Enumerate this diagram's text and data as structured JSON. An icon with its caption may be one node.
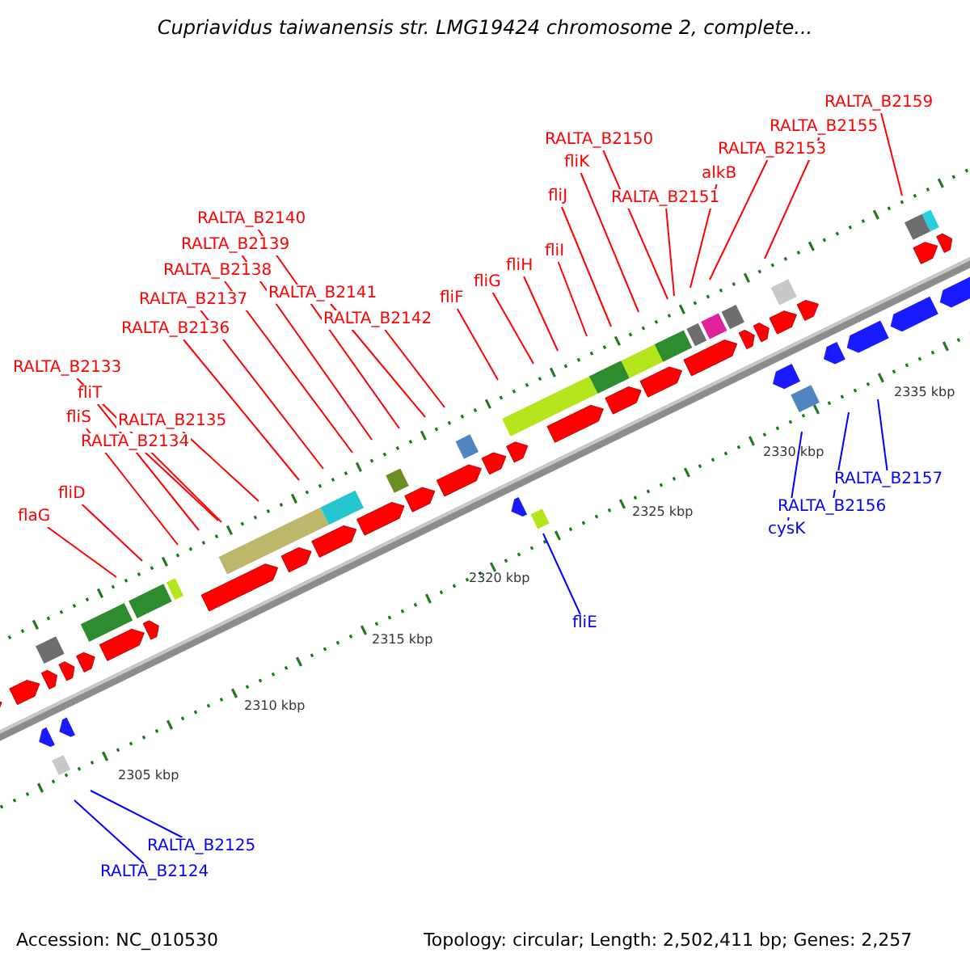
{
  "diagram": {
    "title": "Cupriavidus taiwanensis str. LMG19424 chromosome 2, complete...",
    "nodes": [
      {
        "text": [
          "RALTA_B2159"
        ]
      },
      {
        "text": [
          "RALTA_B2155"
        ]
      },
      {
        "text": [
          "RALTA_B2150"
        ]
      },
      {
        "text": [
          "RALTA_B2153"
        ]
      },
      {
        "text": [
          "fliK"
        ]
      },
      {
        "text": [
          "alkB"
        ]
      },
      {
        "text": [
          "RALTA_B2151"
        ]
      },
      {
        "text": [
          "fliJ"
        ]
      },
      {
        "text": [
          "RALTA_B2140"
        ]
      },
      {
        "text": [
          "RALTA_B2139"
        ]
      },
      {
        "text": [
          "fliI"
        ]
      },
      {
        "text": [
          "fliH"
        ]
      },
      {
        "text": [
          "RALTA_B2138"
        ]
      },
      {
        "text": [
          "fliG"
        ]
      },
      {
        "text": [
          "RALTA_B2141"
        ]
      },
      {
        "text": [
          "fliF"
        ]
      },
      {
        "text": [
          "RALTA_B2137"
        ]
      },
      {
        "text": [
          "RALTA_B2142"
        ]
      },
      {
        "text": [
          "RALTA_B2136"
        ]
      },
      {
        "text": [
          "RALTA_B2133"
        ]
      },
      {
        "text": [
          "fliT"
        ]
      },
      {
        "text": [
          "fliS"
        ]
      },
      {
        "text": [
          "RALTA_B2135"
        ]
      },
      {
        "text": [
          "RALTA_B2134"
        ]
      },
      {
        "text": [
          "fliD"
        ]
      },
      {
        "text": [
          "flaG"
        ]
      },
      {
        "text": [
          "RALTA_B2157"
        ]
      },
      {
        "text": [
          "RALTA_B2156"
        ]
      },
      {
        "text": [
          "cysK"
        ]
      },
      {
        "text": [
          "fliE"
        ]
      },
      {
        "text": [
          "RALTA_B2125"
        ]
      },
      {
        "text": [
          "RALTA_B2124"
        ]
      }
    ],
    "edges": [
      {
        "from": 0,
        "to": null,
        "arrow": "none"
      },
      {
        "from": 1,
        "to": null,
        "arrow": "none"
      },
      {
        "from": 2,
        "to": null,
        "arrow": "none"
      },
      {
        "from": 3,
        "to": null,
        "arrow": "none"
      },
      {
        "from": 4,
        "to": null,
        "arrow": "none"
      },
      {
        "from": 5,
        "to": null,
        "arrow": "none"
      },
      {
        "from": 6,
        "to": null,
        "arrow": "none"
      },
      {
        "from": 7,
        "to": null,
        "arrow": "none"
      },
      {
        "from": 8,
        "to": null,
        "arrow": "none"
      },
      {
        "from": 9,
        "to": null,
        "arrow": "none"
      },
      {
        "from": 10,
        "to": null,
        "arrow": "none"
      },
      {
        "from": 11,
        "to": null,
        "arrow": "none"
      },
      {
        "from": 12,
        "to": null,
        "arrow": "none"
      },
      {
        "from": 13,
        "to": null,
        "arrow": "none"
      },
      {
        "from": 14,
        "to": null,
        "arrow": "none"
      },
      {
        "from": 15,
        "to": null,
        "arrow": "none"
      },
      {
        "from": 16,
        "to": null,
        "arrow": "none"
      },
      {
        "from": 17,
        "to": null,
        "arrow": "none"
      },
      {
        "from": 18,
        "to": null,
        "arrow": "none"
      },
      {
        "from": 19,
        "to": null,
        "arrow": "none"
      },
      {
        "from": 20,
        "to": null,
        "arrow": "none"
      },
      {
        "from": 21,
        "to": null,
        "arrow": "none"
      },
      {
        "from": 22,
        "to": null,
        "arrow": "none"
      },
      {
        "from": 23,
        "to": null,
        "arrow": "none"
      },
      {
        "from": 24,
        "to": null,
        "arrow": "none"
      },
      {
        "from": 25,
        "to": null,
        "arrow": "none"
      },
      {
        "from": 26,
        "to": null,
        "arrow": "none",
        "color": "#0000ff"
      },
      {
        "from": 27,
        "to": null,
        "arrow": "none",
        "color": "#0000ff"
      },
      {
        "from": 28,
        "to": null,
        "arrow": "none",
        "color": "#0000ff"
      },
      {
        "from": 29,
        "to": null,
        "arrow": "none",
        "color": "#0000ff"
      },
      {
        "from": 30,
        "to": null,
        "arrow": "none",
        "color": "#0000ff"
      },
      {
        "from": 31,
        "to": null,
        "arrow": "none",
        "color": "#0000ff"
      }
    ],
    "labels": [
      "2335 kbp",
      "2330 kbp",
      "2325 kbp",
      "2320 kbp",
      "2315 kbp",
      "2310 kbp",
      "2305 kbp",
      "Accession: NC_010530",
      "Topology: circular; Length: 2,502,411 bp; Genes: 2,257"
    ]
  }
}
